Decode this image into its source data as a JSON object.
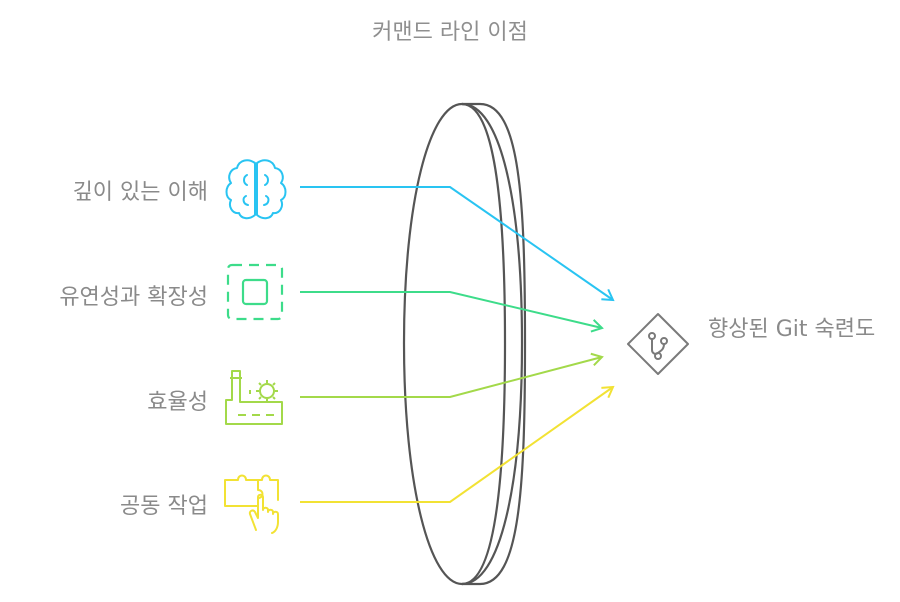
{
  "title": "커맨드 라인 이점",
  "inputs": [
    {
      "label": "깊이 있는 이해",
      "icon": "brain-icon",
      "color": "#29c4f2"
    },
    {
      "label": "유연성과 확장성",
      "icon": "dashed-square-icon",
      "color": "#3ddc8a"
    },
    {
      "label": "효율성",
      "icon": "factory-gear-icon",
      "color": "#a3d94a"
    },
    {
      "label": "공동 작업",
      "icon": "puzzle-hand-icon",
      "color": "#f2e234"
    }
  ],
  "output": {
    "label": "향상된 Git 숙련도",
    "icon": "git-branch-icon"
  }
}
